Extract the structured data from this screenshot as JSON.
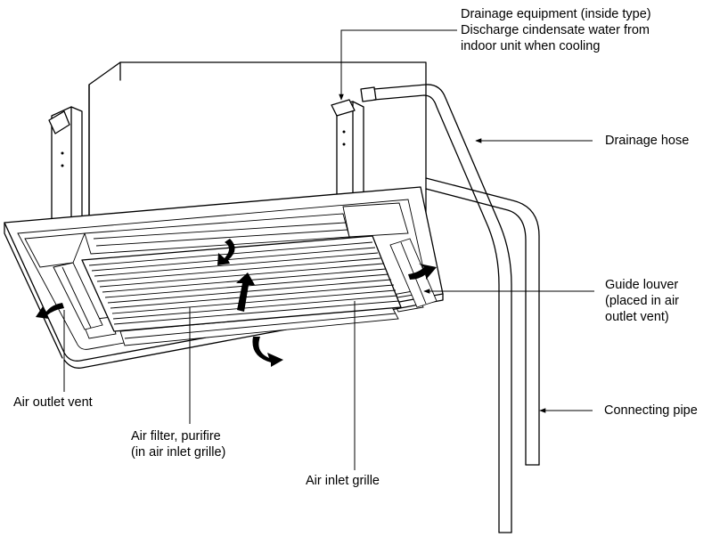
{
  "labels": {
    "drainage_equipment": [
      "Drainage equipment (inside type)",
      "Discharge cindensate water from",
      "indoor unit when cooling"
    ],
    "drainage_hose": [
      "Drainage hose"
    ],
    "guide_louver": [
      "Guide louver",
      "(placed in air",
      "outlet vent)"
    ],
    "connecting_pipe": [
      "Connecting pipe"
    ],
    "air_outlet_vent": [
      "Air outlet vent"
    ],
    "air_filter": [
      "Air filter, purifire",
      "(in air inlet grille)"
    ],
    "air_inlet_grille": [
      "Air inlet grille"
    ]
  }
}
